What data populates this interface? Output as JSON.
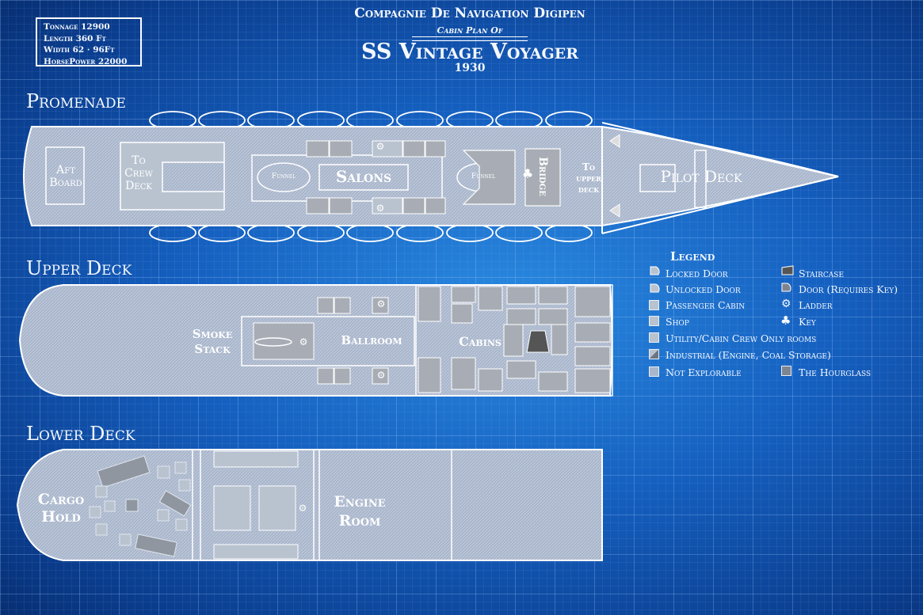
{
  "header": {
    "company": "Compagnie De Navigation Digipen",
    "cabin_plan": "Cabin Plan Of",
    "ship_name": "SS Vintage Voyager",
    "year": "1930"
  },
  "specs": {
    "tonnage": "Tonnage 12900",
    "length": "Length  360 Ft",
    "width": "Width 62 · 96Ft",
    "horsepower": "HorsePower 22000"
  },
  "decks": {
    "promenade": "Promenade",
    "upper": "Upper Deck",
    "lower": "Lower Deck"
  },
  "promenade_labels": {
    "aft_board_1": "Aft",
    "aft_board_2": "Board",
    "to_crew_1": "To",
    "to_crew_2": "Crew",
    "to_crew_3": "Deck",
    "funnel_1": "Funnel",
    "salons": "Salons",
    "funnel_2": "Funnel",
    "bridge": "Bridge",
    "to_upper_1": "To",
    "to_upper_2": "upper",
    "to_upper_3": "deck",
    "pilot_deck": "Pilot Deck"
  },
  "upper_labels": {
    "smoke_1": "Smoke",
    "smoke_2": "Stack",
    "ballroom": "Ballroom",
    "cabins": "Cabins"
  },
  "lower_labels": {
    "cargo_1": "Cargo",
    "cargo_2": "Hold",
    "engine_1": "Engine",
    "engine_2": "Room"
  },
  "legend": {
    "title": "Legend",
    "items_left": [
      "Locked Door",
      "Unlocked Door",
      "Passenger Cabin",
      "Shop",
      "Utility/Cabin Crew Only rooms",
      "Industrial (Engine, Coal Storage)",
      "Not Explorable"
    ],
    "items_right": [
      "Staircase",
      "Door (Requires Key)",
      "Ladder",
      "Key",
      "The Hourglass"
    ],
    "icons_left": [
      "locked-door-icon",
      "unlocked-door-icon",
      "passenger-cabin-icon",
      "shop-icon",
      "utility-room-icon",
      "industrial-icon",
      "not-explorable-icon"
    ],
    "icons_right": [
      "staircase-icon",
      "key-door-icon",
      "ladder-icon",
      "key-icon",
      "hourglass-icon"
    ]
  },
  "colors": {
    "background": "#1560c0",
    "hull": "#a8b8d2",
    "room": "#b9c3d0",
    "outline": "#ffffff"
  }
}
